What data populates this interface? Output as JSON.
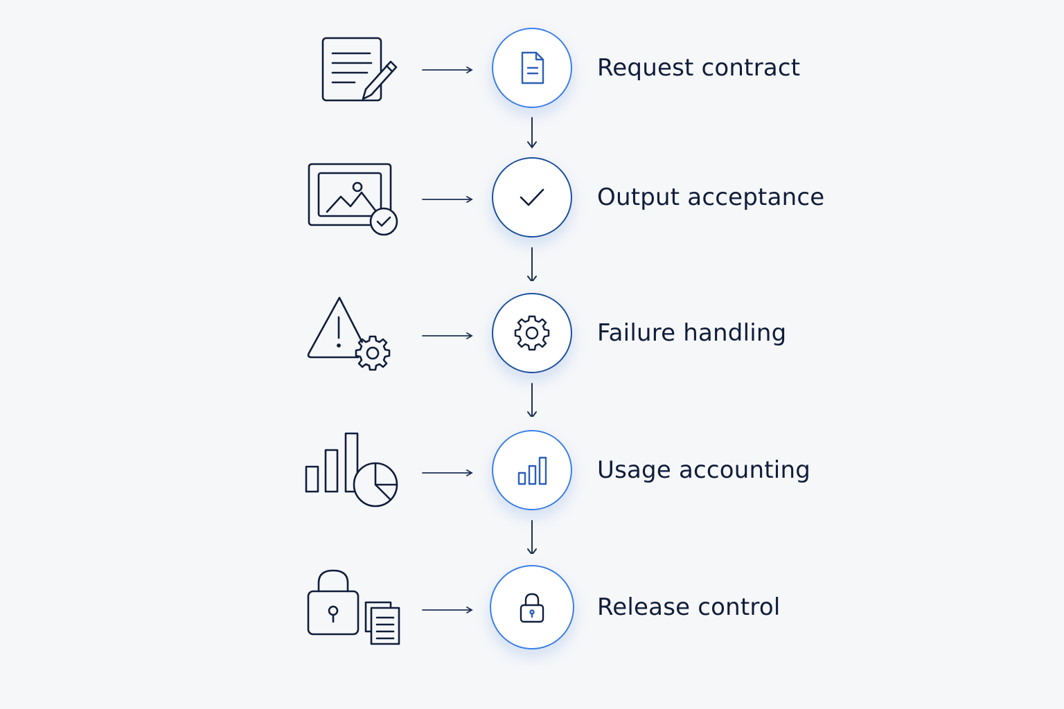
{
  "steps": [
    {
      "label": "Request contract",
      "left_icon": "document-edit-icon",
      "node_icon": "document-icon"
    },
    {
      "label": "Output acceptance",
      "left_icon": "image-check-icon",
      "node_icon": "checkmark-icon"
    },
    {
      "label": "Failure handling",
      "left_icon": "warning-gear-icon",
      "node_icon": "gear-icon"
    },
    {
      "label": "Usage accounting",
      "left_icon": "bar-pie-chart-icon",
      "node_icon": "bar-chart-icon"
    },
    {
      "label": "Release control",
      "left_icon": "lock-documents-icon",
      "node_icon": "lock-icon"
    }
  ],
  "colors": {
    "background": "#f6f7f9",
    "ink": "#0f1d3a",
    "node_border": "#1b4f9c",
    "node_accent": "#3a7ee6",
    "icon_blue": "#2a5fb8"
  }
}
